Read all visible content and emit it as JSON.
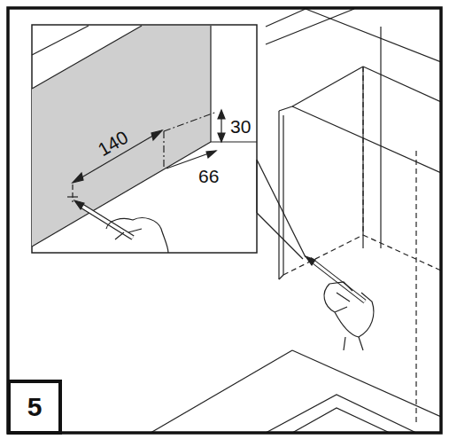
{
  "diagram": {
    "nodes": [
      {
        "text": [
          "5"
        ]
      }
    ],
    "labels": [
      "140",
      "30",
      "66"
    ]
  }
}
